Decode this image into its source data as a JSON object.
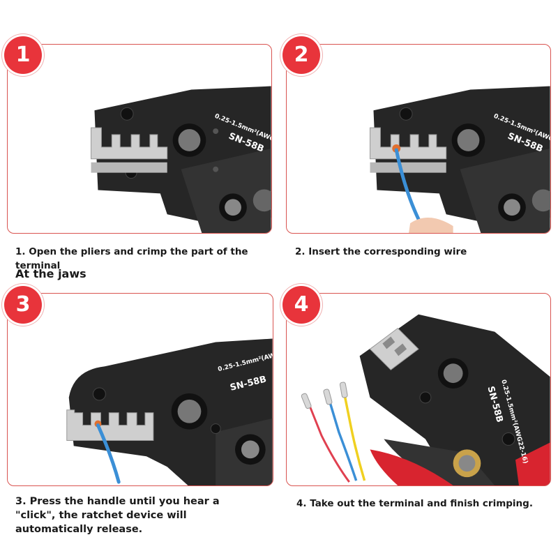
{
  "colors": {
    "accent": "#e8343b",
    "tool_body": "#262626",
    "jaw_metal": "#cfcfcf",
    "handle_red": "#d8242f",
    "border": "#d9534f"
  },
  "steps": [
    {
      "number": "1",
      "caption": "1. Open the pliers and crimp the part of the terminal"
    },
    {
      "number": "2",
      "caption": "2. Insert the corresponding wire"
    },
    {
      "number": "3",
      "caption": "3. Press the handle until you hear a \"click\", the ratchet device will automatically release."
    },
    {
      "number": "4",
      "caption": "4. Take out the terminal and finish crimping."
    }
  ],
  "section_heading": "At the jaws",
  "tool_label": {
    "model": "SN-58B",
    "range": "0.25-1.5mm²(AWG",
    "range_full": "0.25-1.5mm²(AWG22-16)"
  }
}
